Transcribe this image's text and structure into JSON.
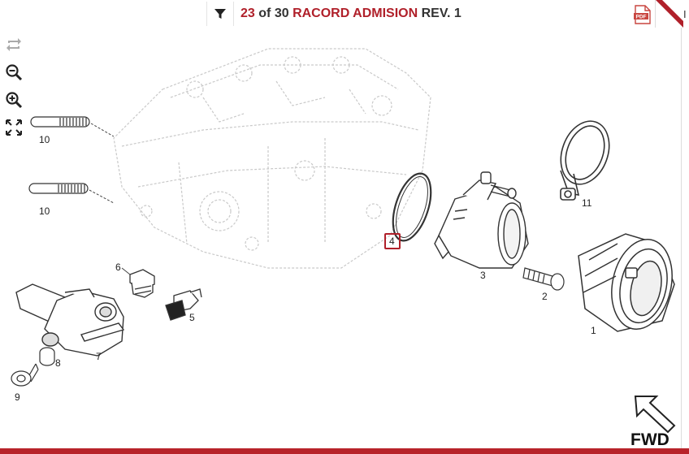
{
  "header": {
    "current_page": "23",
    "of_word": "of",
    "total_pages": "30",
    "doc_title": "RACORD ADMISION",
    "revision": "REV. 1",
    "pdf_label": "PDF",
    "panel_tab": "I"
  },
  "toolbar": {
    "tools": [
      "rotate-icon",
      "zoom-out-icon",
      "zoom-in-icon",
      "fit-screen-icon"
    ]
  },
  "callouts": {
    "c10a": "10",
    "c10b": "10",
    "c4": "4",
    "c3": "3",
    "c2": "2",
    "c1": "1",
    "c11": "11",
    "c6": "6",
    "c5": "5",
    "c7": "7",
    "c8": "8",
    "c9": "9"
  },
  "fwd_label": "FWD",
  "colors": {
    "accent": "#b0202a",
    "bar": "#b8232a"
  }
}
